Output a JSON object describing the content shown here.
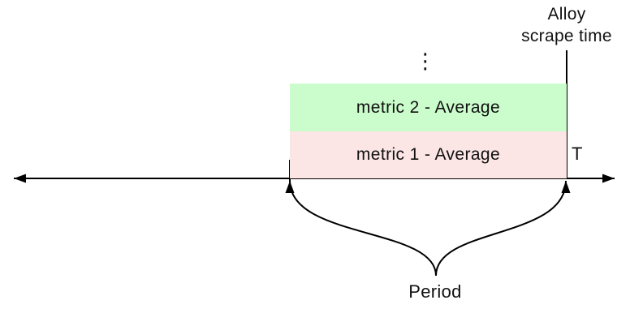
{
  "colors": {
    "ink": "#000000",
    "text": "#111111",
    "metric2-bg": "#cbfccb",
    "metric1-bg": "#fbe5e5"
  },
  "labels": {
    "alloy_line1": "Alloy",
    "alloy_line2": "scrape time",
    "t": "T",
    "period": "Period",
    "ellipsis": "⋮"
  },
  "bars": [
    {
      "label": "metric 2 - Average"
    },
    {
      "label": "metric 1 - Average"
    }
  ]
}
